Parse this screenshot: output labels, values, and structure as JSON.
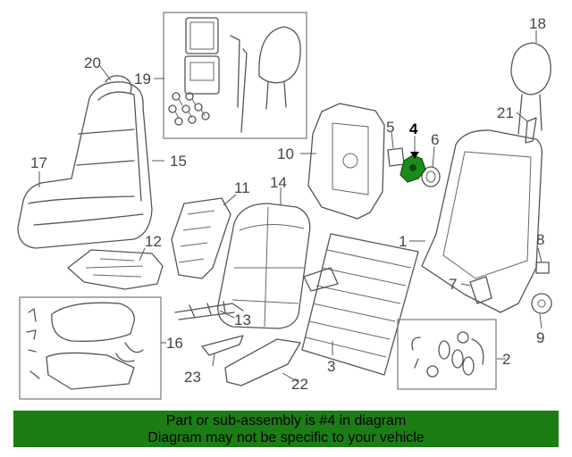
{
  "diagram": {
    "highlight_part": "4",
    "highlight_color": "#1e8a1e",
    "callouts": [
      "1",
      "2",
      "3",
      "4",
      "5",
      "6",
      "7",
      "8",
      "9",
      "10",
      "11",
      "12",
      "13",
      "14",
      "15",
      "16",
      "17",
      "18",
      "19",
      "20",
      "21",
      "22",
      "23"
    ]
  },
  "banner": {
    "line1": "Part or sub-assembly is #4 in diagram",
    "line2": "Diagram may not be specific to your vehicle",
    "background": "#1c7d14"
  }
}
